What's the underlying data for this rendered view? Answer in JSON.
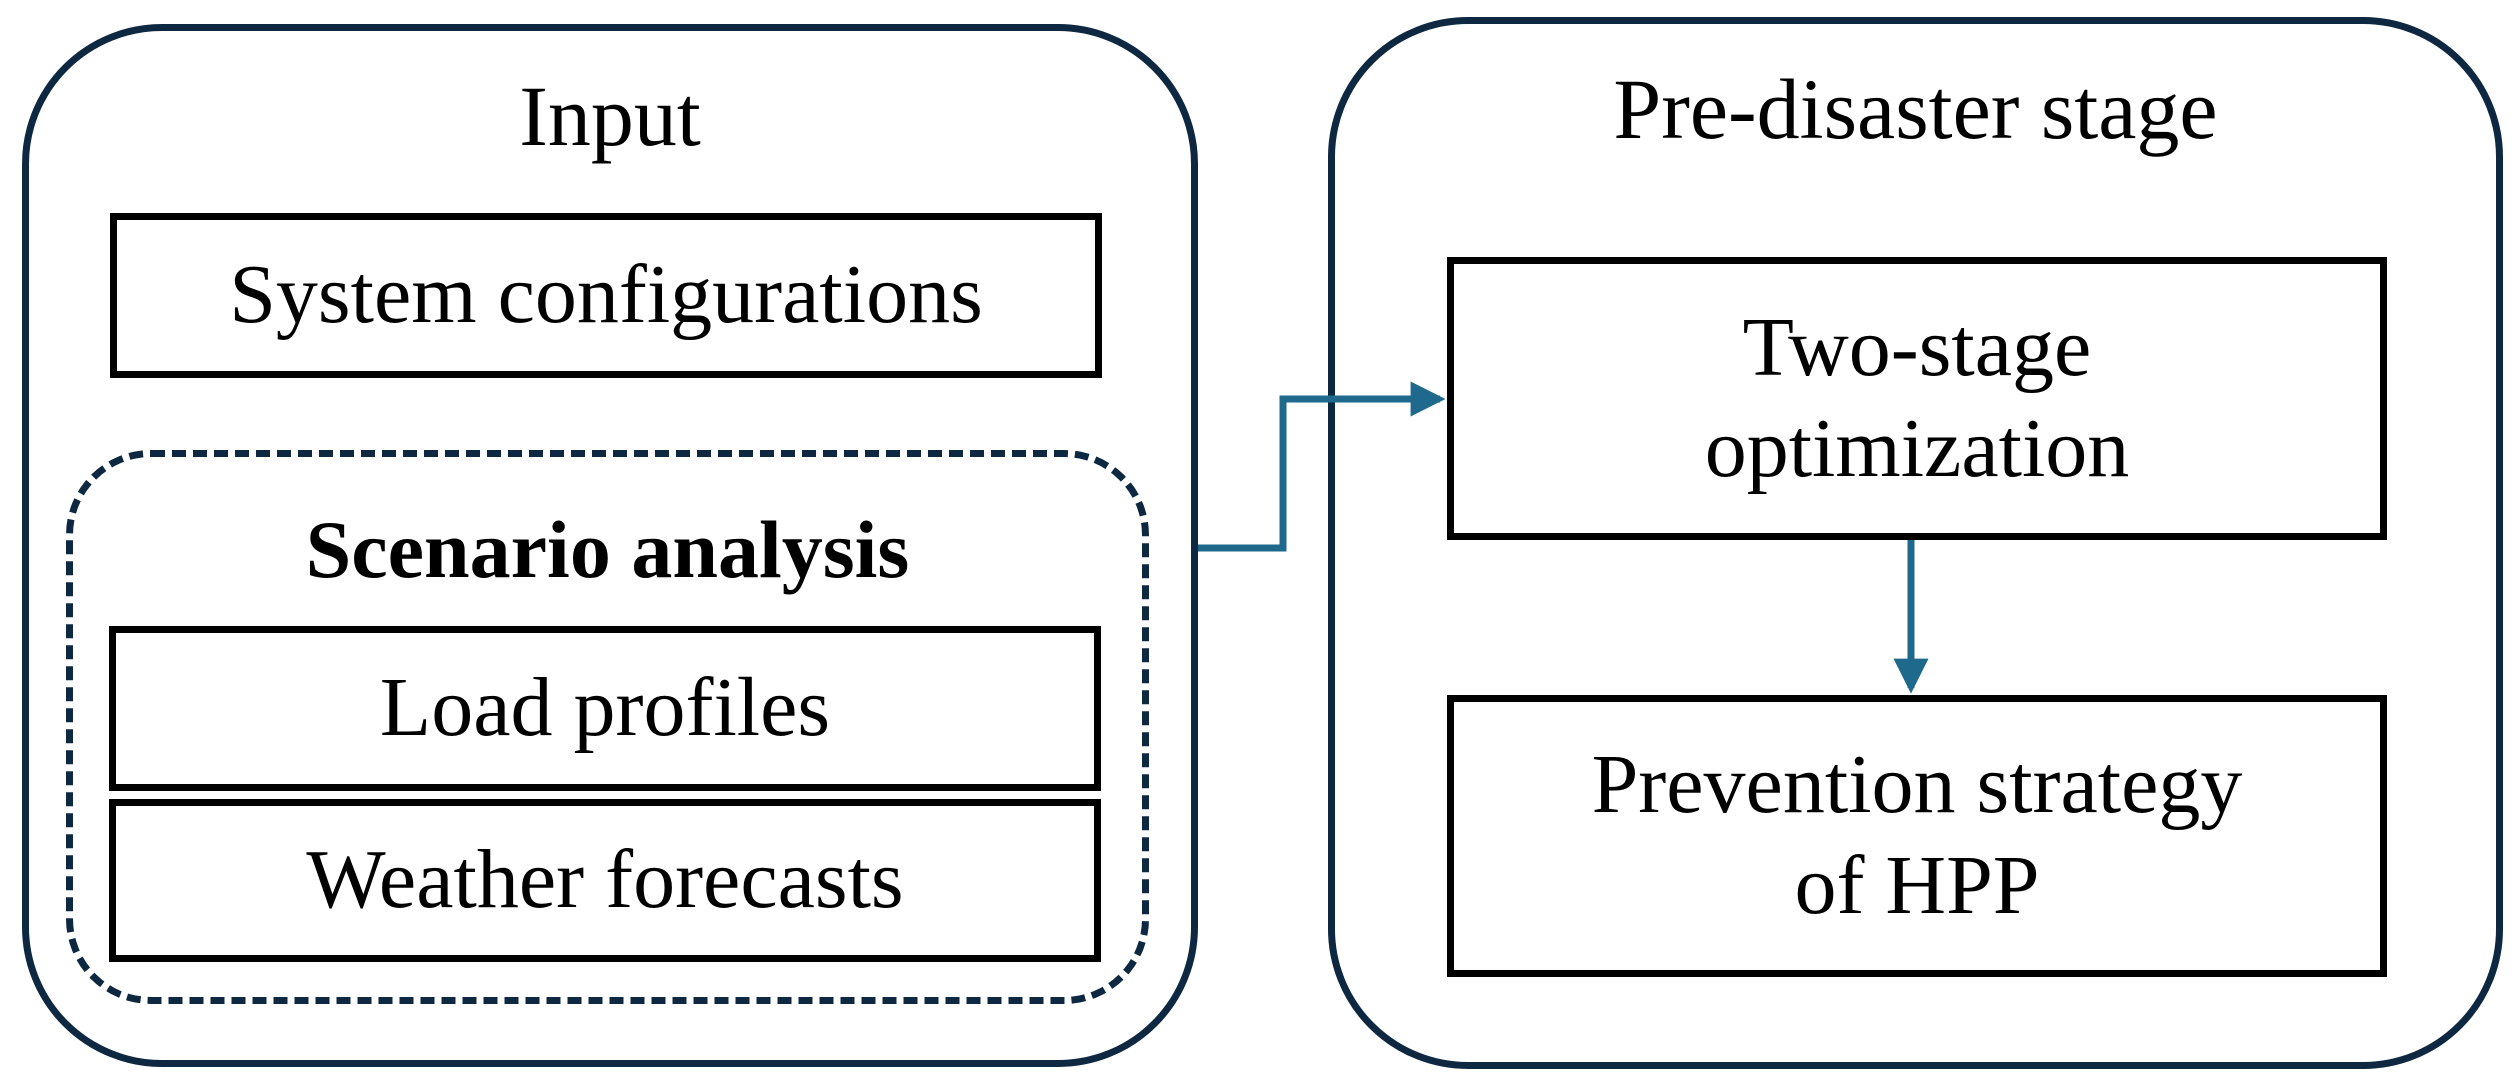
{
  "input_panel": {
    "title": "Input",
    "system_configurations": "System configurations",
    "scenario_analysis": {
      "title": "Scenario analysis",
      "load_profiles": "Load profiles",
      "weather_forecasts": "Weather forecasts"
    }
  },
  "pre_disaster_panel": {
    "title": "Pre-disaster stage",
    "two_stage_optimization": [
      "Two-stage",
      "optimization"
    ],
    "prevention_strategy": [
      "Prevention strategy",
      "of HPP"
    ]
  },
  "colors": {
    "panel_border": "#0e2841",
    "arrow": "#1f6a8c",
    "box_border": "#000000"
  }
}
